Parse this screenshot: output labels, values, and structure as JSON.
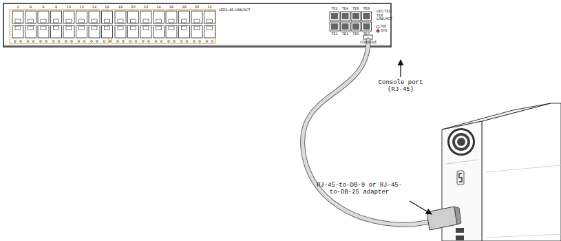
{
  "diagram": {
    "labels": [
      "2",
      "4",
      "6",
      "8",
      "10",
      "12",
      "14",
      "16",
      "18",
      "20",
      "22",
      "24",
      "26",
      "28",
      "30",
      "32",
      "LED1-48 LINK/ACT",
      "TE2",
      "TE4",
      "TE6",
      "TE8",
      "TE1",
      "TE3",
      "TE5",
      "TE7",
      "LED TE1-TE8 LINK/ACT",
      "PW",
      "SYS",
      "CONSOLE",
      "Console port (RJ-45)",
      "RJ-45-to-DB-9 or RJ-45-to-DB-25 adapter"
    ]
  }
}
